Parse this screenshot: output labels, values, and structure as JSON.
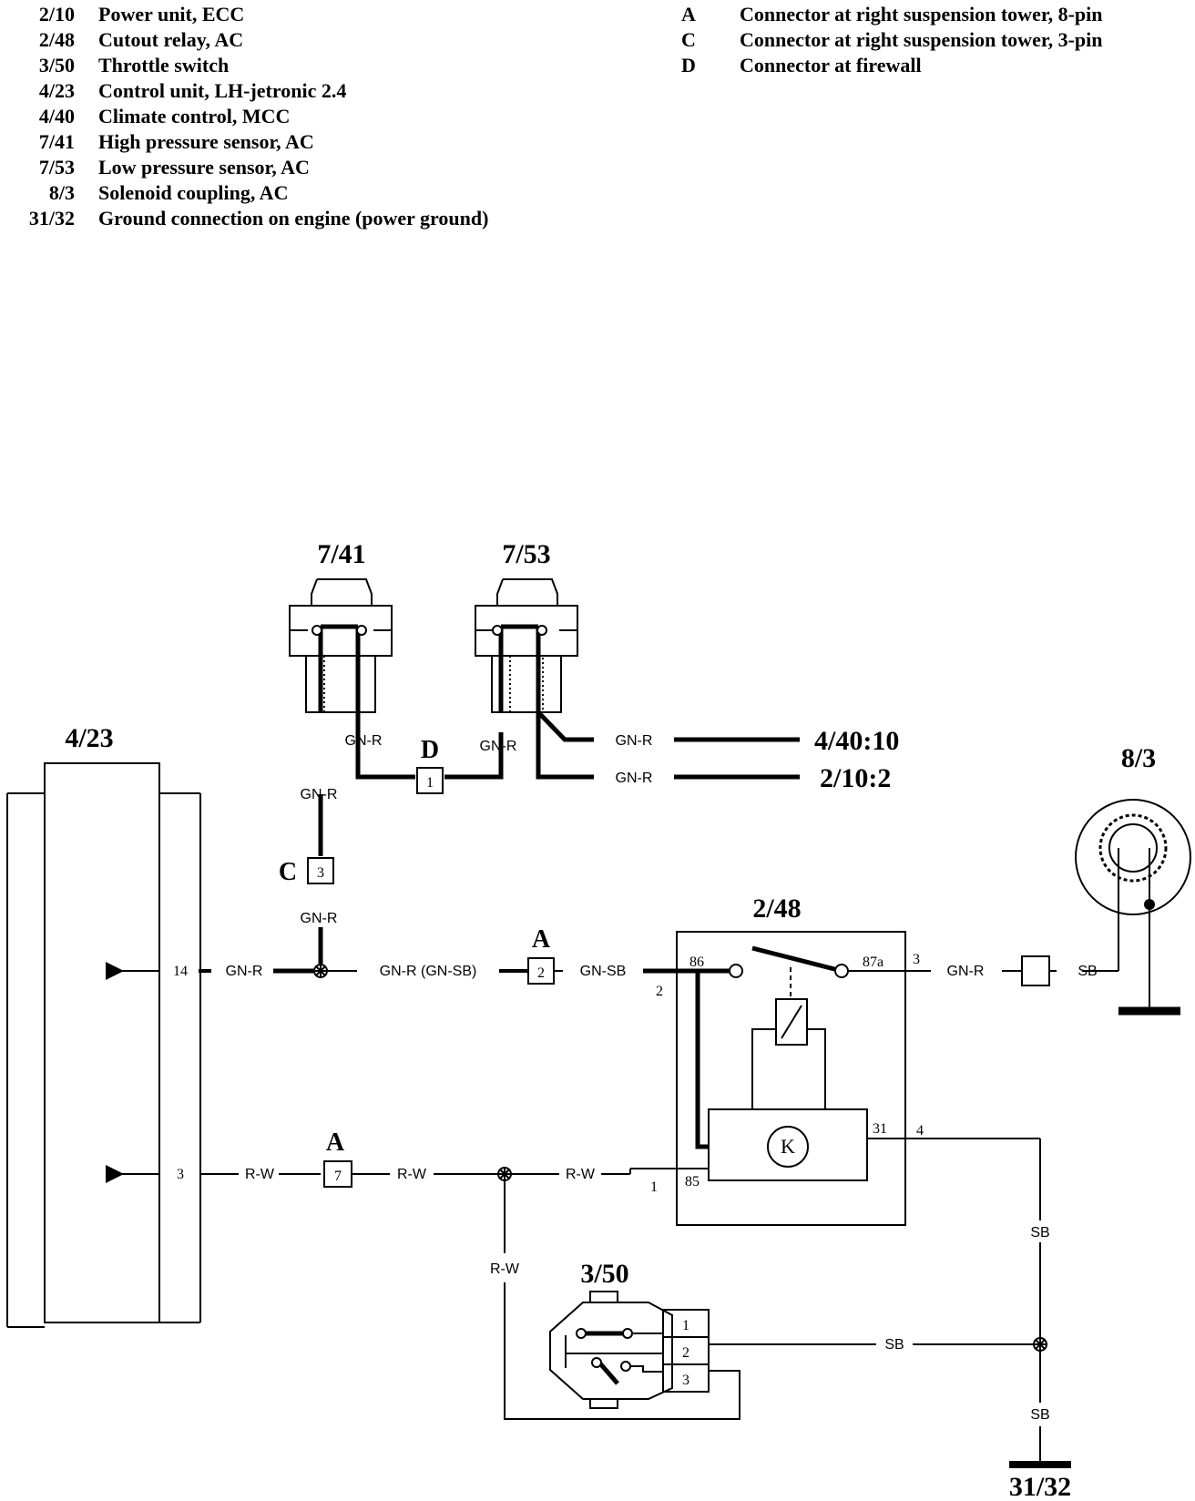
{
  "legend_components": [
    {
      "code": "2/10",
      "desc": "Power unit, ECC"
    },
    {
      "code": "2/48",
      "desc": "Cutout relay, AC"
    },
    {
      "code": "3/50",
      "desc": "Throttle switch"
    },
    {
      "code": "4/23",
      "desc": "Control unit, LH-jetronic 2.4"
    },
    {
      "code": "4/40",
      "desc": "Climate control, MCC"
    },
    {
      "code": "7/41",
      "desc": "High pressure sensor, AC"
    },
    {
      "code": "7/53",
      "desc": "Low pressure sensor, AC"
    },
    {
      "code": "8/3",
      "desc": "Solenoid coupling, AC"
    },
    {
      "code": "31/32",
      "desc": "Ground connection on engine (power ground)"
    }
  ],
  "legend_connectors": [
    {
      "code": "A",
      "desc": "Connector at right suspension tower, 8-pin"
    },
    {
      "code": "C",
      "desc": "Connector at right suspension tower, 3-pin"
    },
    {
      "code": "D",
      "desc": "Connector at firewall"
    }
  ],
  "diagram": {
    "components": {
      "hp_sensor": "7/41",
      "lp_sensor": "7/53",
      "control_unit": "4/23",
      "relay": "2/48",
      "coupling": "8/3",
      "throttle": "3/50",
      "ground": "31/32"
    },
    "references": {
      "climate": "4/40:10",
      "power_unit": "2/10:2"
    },
    "connectors": {
      "d_letter": "D",
      "d_pin": "1",
      "c_letter": "C",
      "c_pin": "3",
      "a_top_letter": "A",
      "a_top_pin": "2",
      "a_bottom_letter": "A",
      "a_bottom_pin": "7"
    },
    "wire_labels": {
      "gnr_741": "GN-R",
      "gnr_753": "GN-R",
      "gnr_left_vertical": "GN-R",
      "gnr_below_c": "GN-R",
      "gnr_to_440": "GN-R",
      "gnr_to_210": "GN-R",
      "gnr_at_14": "GN-R",
      "gnr_gnsb": "GN-R (GN-SB)",
      "gnsb": "GN-SB",
      "gnr_relay_out": "GN-R",
      "sb_coupling": "SB",
      "rw_at_3": "R-W",
      "rw_mid": "R-W",
      "rw_relay": "R-W",
      "rw_vertical": "R-W",
      "sb_vertical": "SB",
      "sb_throttle": "SB",
      "sb_ground": "SB"
    },
    "pins": {
      "cu_14": "14",
      "cu_3": "3",
      "relay_86": "86",
      "relay_87a": "87a",
      "relay_31": "31",
      "relay_85": "85",
      "relay_k": "K",
      "relay_2": "2",
      "relay_3": "3",
      "relay_4": "4",
      "relay_1": "1",
      "throttle_1": "1",
      "throttle_2": "2",
      "throttle_3": "3"
    }
  }
}
